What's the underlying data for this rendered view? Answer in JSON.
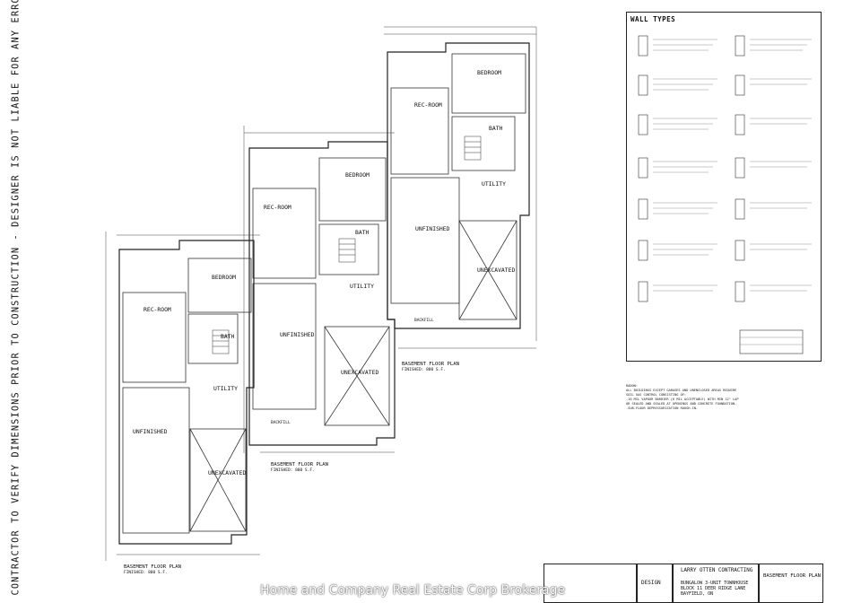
{
  "disclaimer": "CONTRACTOR TO VERIFY DIMENSIONS PRIOR TO CONSTRUCTION  -  DESIGNER IS NOT LIABLE FOR ANY ERRORS OR OMISSIONS  -  DRAWINGS NOT TO BE SCALED",
  "rooms": {
    "bedroom": "BEDROOM",
    "rec_room": "REC-ROOM",
    "bath": "BATH",
    "utility": "UTILITY",
    "unfinished": "UNFINISHED",
    "unexcavated": "UNEXCAVATED",
    "backfill": "BACKFILL"
  },
  "plan_captions": {
    "caption": "BASEMENT FLOOR PLAN",
    "sub": "FINISHED: 800 S.F."
  },
  "wall_types": {
    "title": "WALL TYPES"
  },
  "notes": {
    "heading": "RADON:",
    "lines": [
      "ALL BUILDINGS EXCEPT GARAGES AND UNENCLOSED AREAS REQUIRE",
      "SOIL GAS CONTROL CONSISTING OF:",
      "-10 MIL VAPOUR BARRIER (6 MIL ACCEPTABLE) WITH MIN 12\" LAP",
      "OR SEALED AND SEALED AT OPENINGS AND CONCRETE FOUNDATION.",
      "-SUB-FLOOR DEPRESSURIZATION ROUGH-IN."
    ]
  },
  "title_block": {
    "company": "LARRY OTTEN CONTRACTING",
    "project_lines": [
      "BUNGALOW 3-UNIT TOWNHOUSE",
      "BLOCK 11 DEER RIDGE LANE",
      "BAYFIELD, ON"
    ],
    "sheet_title": "BASEMENT FLOOR PLAN",
    "designer_mark": "DESIGN"
  },
  "watermark": "Home and Company Real Estate Corp Brokerage"
}
